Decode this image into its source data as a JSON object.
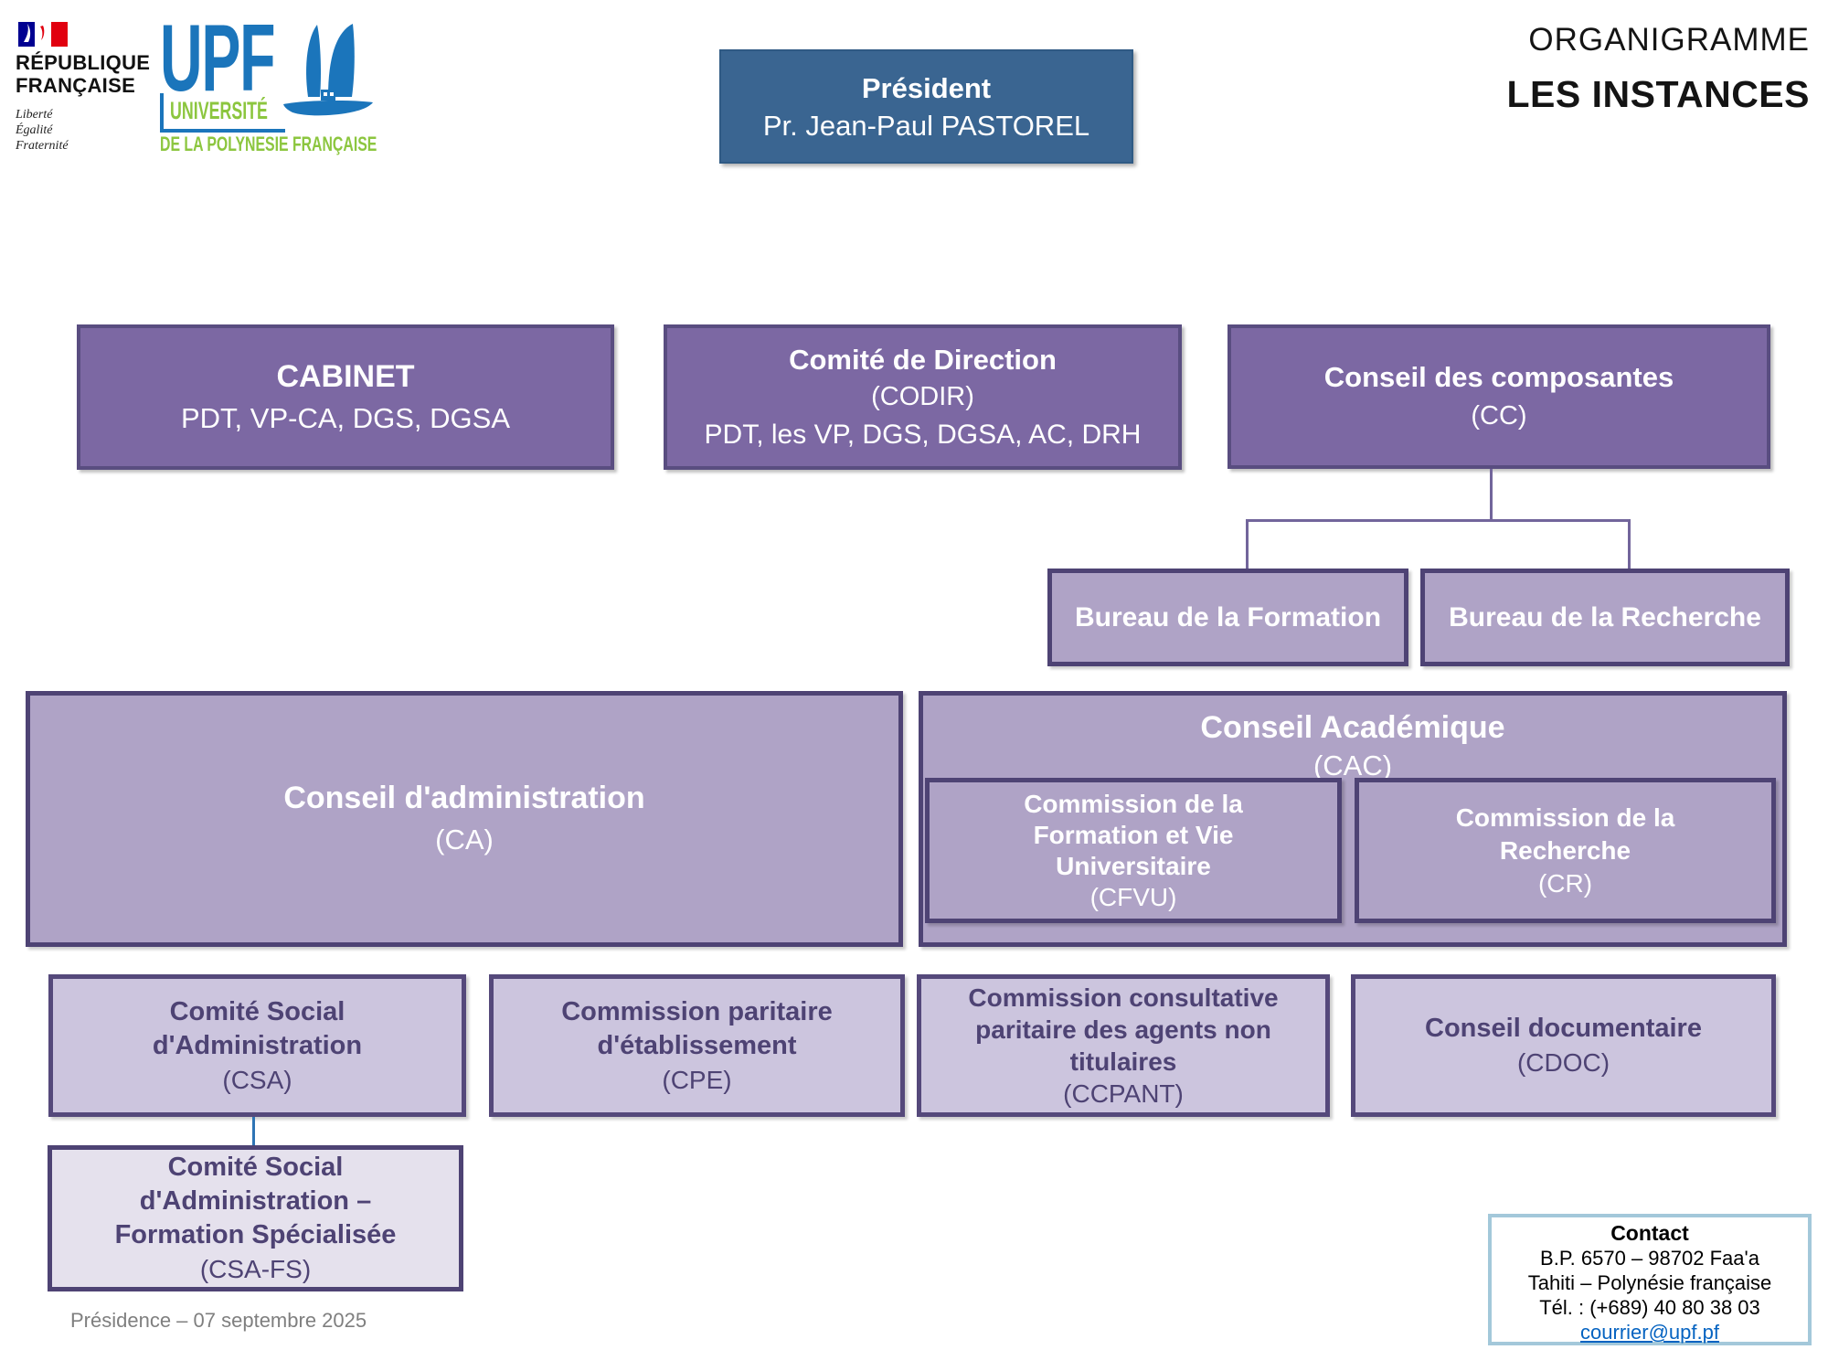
{
  "header": {
    "marianne": {
      "line1": "RÉPUBLIQUE",
      "line2": "FRANÇAISE",
      "devise": [
        "Liberté",
        "Égalité",
        "Fraternité"
      ]
    },
    "upf": {
      "acronym": "UPF",
      "line1": "UNIVERSITÉ",
      "line2": "DE LA POLYNESIE FRANÇAISE"
    },
    "doc_title": "ORGANIGRAMME",
    "doc_subtitle": "LES INSTANCES"
  },
  "president": {
    "title": "Président",
    "name": "Pr. Jean-Paul PASTOREL"
  },
  "boxes": {
    "cabinet": {
      "title": "CABINET",
      "members": "PDT, VP-CA, DGS, DGSA"
    },
    "codir": {
      "title": "Comité de Direction",
      "acronym": "(CODIR)",
      "members": "PDT, les VP, DGS, DGSA, AC, DRH"
    },
    "cc": {
      "title": "Conseil des composantes",
      "acronym": "(CC)"
    },
    "bureau_formation": {
      "title": "Bureau de la Formation"
    },
    "bureau_recherche": {
      "title": "Bureau de la Recherche"
    },
    "ca": {
      "title": "Conseil d'administration",
      "acronym": "(CA)"
    },
    "cac": {
      "title": "Conseil Académique",
      "acronym": "(CAC)"
    },
    "cfvu": {
      "title": "Commission de la\nFormation et Vie\nUniversitaire",
      "acronym": "(CFVU)"
    },
    "cr": {
      "title": "Commission de la\nRecherche",
      "acronym": "(CR)"
    },
    "csa": {
      "title": "Comité Social\nd'Administration",
      "acronym": "(CSA)"
    },
    "cpe": {
      "title": "Commission paritaire\nd'établissement",
      "acronym": "(CPE)"
    },
    "ccpant": {
      "title": "Commission consultative\nparitaire des agents non\ntitulaires",
      "acronym": "(CCPANT)"
    },
    "cdoc": {
      "title": "Conseil documentaire",
      "acronym": "(CDOC)"
    },
    "csafs": {
      "title": "Comité Social\nd'Administration –\nFormation Spécialisée",
      "acronym": "(CSA-FS)"
    }
  },
  "contact": {
    "title": "Contact",
    "address1": "B.P. 6570 – 98702 Faa'a",
    "address2": "Tahiti – Polynésie française",
    "phone": "Tél. : (+689) 40 80 38 03",
    "email": "courrier@upf.pf"
  },
  "footer": "Présidence – 07 septembre 2025",
  "colors": {
    "president_blue": "#3A6591",
    "purple_box": "#7C68A3",
    "purple_box_border": "#594D80",
    "purple_mid": "#AFA3C6",
    "purple_light": "#CCC5DE",
    "purple_pale": "#E5E1ED",
    "purple_border_dark": "#4E4374",
    "purple_text_dark": "#4E4374",
    "connector_purple": "#72659B",
    "connector_blue": "#2E74B5",
    "contact_border_blue": "#A3C8DA",
    "link_blue": "#0563C1",
    "upf_blue": "#1B75BB",
    "upf_green": "#8CC63F"
  }
}
